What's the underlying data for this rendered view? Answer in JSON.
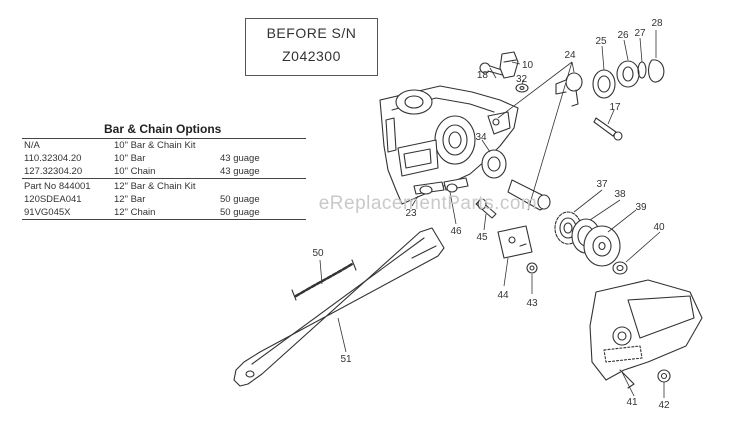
{
  "serial_box": {
    "line1": "BEFORE S/N",
    "line2": "Z042300"
  },
  "options": {
    "title": "Bar & Chain Options",
    "rows": [
      {
        "part": "N/A",
        "desc": "10\" Bar & Chain Kit",
        "gauge": ""
      },
      {
        "part": "110.32304.20",
        "desc": "10\" Bar",
        "gauge": "43 guage"
      },
      {
        "part": "127.32304.20",
        "desc": "10\" Chain",
        "gauge": "43 guage"
      },
      {
        "part": "Part No 844001",
        "desc": "12\" Bar & Chain Kit",
        "gauge": ""
      },
      {
        "part": "120SDEA041",
        "desc": "12\" Bar",
        "gauge": "50 guage"
      },
      {
        "part": "91VG045X",
        "desc": "12\" Chain",
        "gauge": "50 guage"
      }
    ]
  },
  "callouts": [
    "18",
    "10",
    "32",
    "24",
    "25",
    "26",
    "27",
    "28",
    "17",
    "34",
    "37",
    "38",
    "39",
    "40",
    "23",
    "46",
    "45",
    "44",
    "43",
    "50",
    "51",
    "41",
    "42"
  ],
  "watermark": "eReplacementParts.com",
  "colors": {
    "line": "#333333",
    "fill": "#ffffff",
    "watermark": "#c9c9c9"
  }
}
